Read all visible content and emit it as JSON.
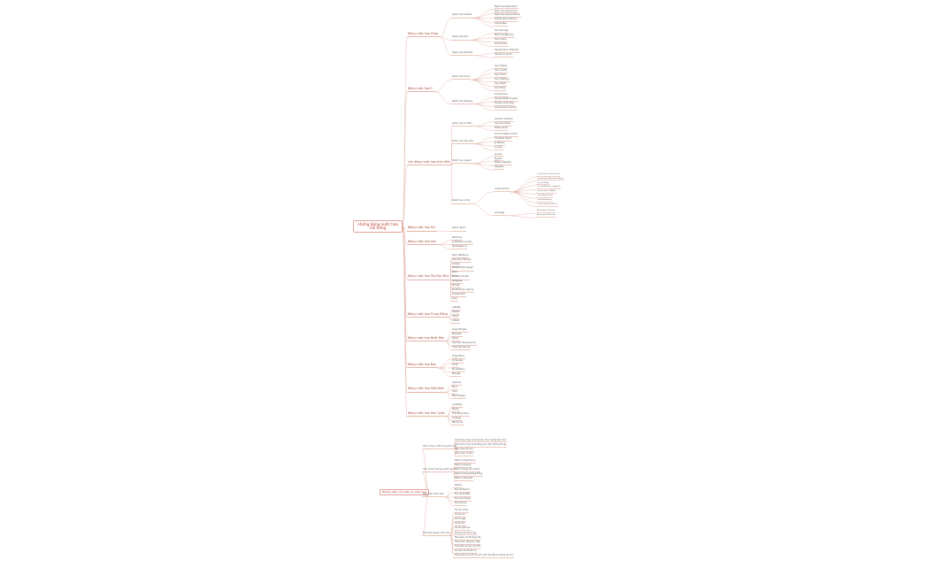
{
  "mindmap_1": {
    "label": "những bảng nước hoa nổi tiếng",
    "children": [
      {
        "label": "Bảng nước hoa Pháp",
        "children": [
          {
            "label": "Nước hoa Chanel",
            "children": [
              {
                "label": "Nước hoa Chanel No.5"
              },
              {
                "label": "Nước hoa Chanel Coco"
              },
              {
                "label": "Nước hoa Chanel Chance"
              },
              {
                "label": "Chanel Allure Homme"
              },
              {
                "label": "Chanel Bleu"
              }
            ]
          },
          {
            "label": "Nước hoa Dior",
            "children": [
              {
                "label": "Dior Sauvage"
              },
              {
                "label": "Nước hoa Miss Dior"
              },
              {
                "label": "Dior J'adore"
              },
              {
                "label": "Dior Homme"
              }
            ]
          },
          {
            "label": "Nước hoa Hermès",
            "children": [
              {
                "label": "Hermès Terre d'Hermès"
              },
              {
                "label": "Hermès Un Jardin"
              }
            ]
          }
        ]
      },
      {
        "label": "Bảng nước hoa Ý",
        "children": [
          {
            "label": "Nước hoa Gucci",
            "children": [
              {
                "label": "Gucci Bloom"
              },
              {
                "label": "Gucci Guilty"
              },
              {
                "label": "Gucci Flora"
              },
              {
                "label": "Gucci Bamboo"
              },
              {
                "label": "Gucci Rush"
              },
              {
                "label": "Gucci Envy"
              }
            ]
          },
          {
            "label": "Nước hoa Versace",
            "children": [
              {
                "label": "Versace Eros"
              },
              {
                "label": "Versace Bright Crystal"
              },
              {
                "label": "Versace Dylan Blue"
              },
              {
                "label": "Versace Pour Homme"
              }
            ]
          }
        ]
      },
      {
        "label": "Các dòng nước hoa kinh điển",
        "children": [
          {
            "label": "Nước hoa cổ điển",
            "children": [
              {
                "label": "Guerlain Shalimar"
              },
              {
                "label": "Lancôme Trésor"
              },
              {
                "label": "Estée Lauder"
              }
            ]
          },
          {
            "label": "Nước hoa hiện đại",
            "children": [
              {
                "label": "Tom Ford Black Orchid"
              },
              {
                "label": "YSL Black Opium"
              },
              {
                "label": "Jo Malone"
              },
              {
                "label": "Le Labo"
              }
            ]
          },
          {
            "label": "Nước hoa unisex",
            "children": [
              {
                "label": "CK One"
              },
              {
                "label": "Byredo"
              },
              {
                "label": "Maison Margiela"
              },
              {
                "label": "Diptyque"
              }
            ]
          },
          {
            "label": "Nước hoa niche",
            "children": [
              {
                "label": "Creed Aventus",
                "children": [
                  {
                    "label": "Creed Green Irish Tweed"
                  },
                  {
                    "label": "Creed Silver Mountain Water"
                  },
                  {
                    "label": "Creed Viking"
                  },
                  {
                    "label": "Creed Millesime Imperial"
                  },
                  {
                    "label": "Creed Love in White"
                  },
                  {
                    "label": "Creed Royal Oud"
                  },
                  {
                    "label": "Creed Himalaya"
                  },
                  {
                    "label": "Creed Original Vetiver"
                  }
                ]
              },
              {
                "label": "Amouage",
                "children": [
                  {
                    "label": "Amouage Interlude"
                  },
                  {
                    "label": "Amouage Reflection"
                  }
                ]
              }
            ]
          }
        ]
      },
      {
        "label": "Bảng nước hoa Mỹ",
        "children": [
          {
            "label": "Calvin Klein"
          }
        ]
      },
      {
        "label": "Bảng nước hoa Anh",
        "children": [
          {
            "label": "Burberry"
          },
          {
            "label": "Jo Malone London"
          },
          {
            "label": "Penhaligon's"
          }
        ]
      },
      {
        "label": "Bảng nước hoa Tây Ban Nha",
        "children": [
          {
            "label": "Paco Rabanne"
          },
          {
            "label": "Carolina Herrera"
          },
          {
            "label": "Loewe"
          },
          {
            "label": "Adolfo Dominguez"
          },
          {
            "label": "Zara"
          },
          {
            "label": "Massimo Dutti"
          },
          {
            "label": "Desigual"
          },
          {
            "label": "Mango"
          },
          {
            "label": "Purificación García"
          },
          {
            "label": "Loewe Solo"
          },
          {
            "label": "Tous"
          }
        ]
      },
      {
        "label": "Bảng nước hoa Trung Đông",
        "children": [
          {
            "label": "Lattafa"
          },
          {
            "label": "Rasasi"
          },
          {
            "label": "Ajmal"
          },
          {
            "label": "Armaf"
          }
        ]
      },
      {
        "label": "Bảng nước hoa Nhật Bản",
        "children": [
          {
            "label": "Issey Miyake"
          },
          {
            "label": "Shiseido"
          },
          {
            "label": "Kenzo"
          },
          {
            "label": "Comme des Garçons"
          },
          {
            "label": "Yohji Yamamoto"
          }
        ]
      },
      {
        "label": "Bảng nước hoa Đức",
        "children": [
          {
            "label": "Hugo Boss"
          },
          {
            "label": "Jil Sander"
          },
          {
            "label": "4711"
          },
          {
            "label": "Mont Blanc"
          },
          {
            "label": "Escada"
          }
        ]
      },
      {
        "label": "Bảng nước hoa Việt Nam",
        "children": [
          {
            "label": "Charme"
          },
          {
            "label": "Mira"
          },
          {
            "label": "Laco"
          },
          {
            "label": "Miss Saigon"
          }
        ]
      },
      {
        "label": "Bảng nước hoa Hàn Quốc",
        "children": [
          {
            "label": "Innisfree"
          },
          {
            "label": "Etude"
          },
          {
            "label": "The Face Shop"
          },
          {
            "label": "Laneige"
          },
          {
            "label": "Banila Co"
          }
        ]
      }
    ]
  },
  "mindmap_2": {
    "label": "Những điều cần biết về nước hoa",
    "children": [
      {
        "label": "Cách chọn nước hoa phù hợp",
        "children": [
          {
            "label": "Chọn theo mùa: mùa hè nên chọn hương tươi mát"
          },
          {
            "label": "Chọn theo mùa: mùa đông nên chọn hương ấm áp"
          },
          {
            "label": "Chọn theo độ tuổi"
          },
          {
            "label": "Chọn theo cá tính"
          }
        ]
      },
      {
        "label": "Các nhóm hương nước hoa",
        "children": [
          {
            "label": "Nhóm hương hoa cỏ"
          },
          {
            "label": "Nhóm hương gỗ"
          },
          {
            "label": "Nhóm hương cam chanh"
          },
          {
            "label": "Nhóm hương phương Đông"
          },
          {
            "label": "Nhóm hương biển"
          }
        ]
      },
      {
        "label": "Nồng độ nước hoa",
        "children": [
          {
            "label": "Parfum"
          },
          {
            "label": "Eau de Parfum"
          },
          {
            "label": "Eau de Toilette"
          },
          {
            "label": "Eau de Cologne"
          },
          {
            "label": "Eau Fraîche"
          }
        ]
      },
      {
        "label": "Cách sử dụng nước hoa",
        "children": [
          {
            "label": "Xịt lên cổ tay"
          },
          {
            "label": "Xịt sau tai"
          },
          {
            "label": "Xịt lên gáy"
          },
          {
            "label": "Xịt lên tóc"
          },
          {
            "label": "Xịt lên quần áo"
          },
          {
            "label": "Không chà xát cổ tay"
          },
          {
            "label": "Bảo quản nơi thoáng mát"
          },
          {
            "label": "Tránh ánh nắng trực tiếp"
          },
          {
            "label": "Thời điểm xịt sau khi tắm"
          },
          {
            "label": "Xịt cách da 15-20 cm"
          },
          {
            "label": "Dưỡng ẩm da trước khi xịt nước hoa để lưu hương lâu hơn"
          }
        ]
      }
    ]
  },
  "colors": {
    "root": "#c0392b",
    "wire": "#e3b2a6",
    "branch": "#a84a3e",
    "text": "#555555"
  }
}
